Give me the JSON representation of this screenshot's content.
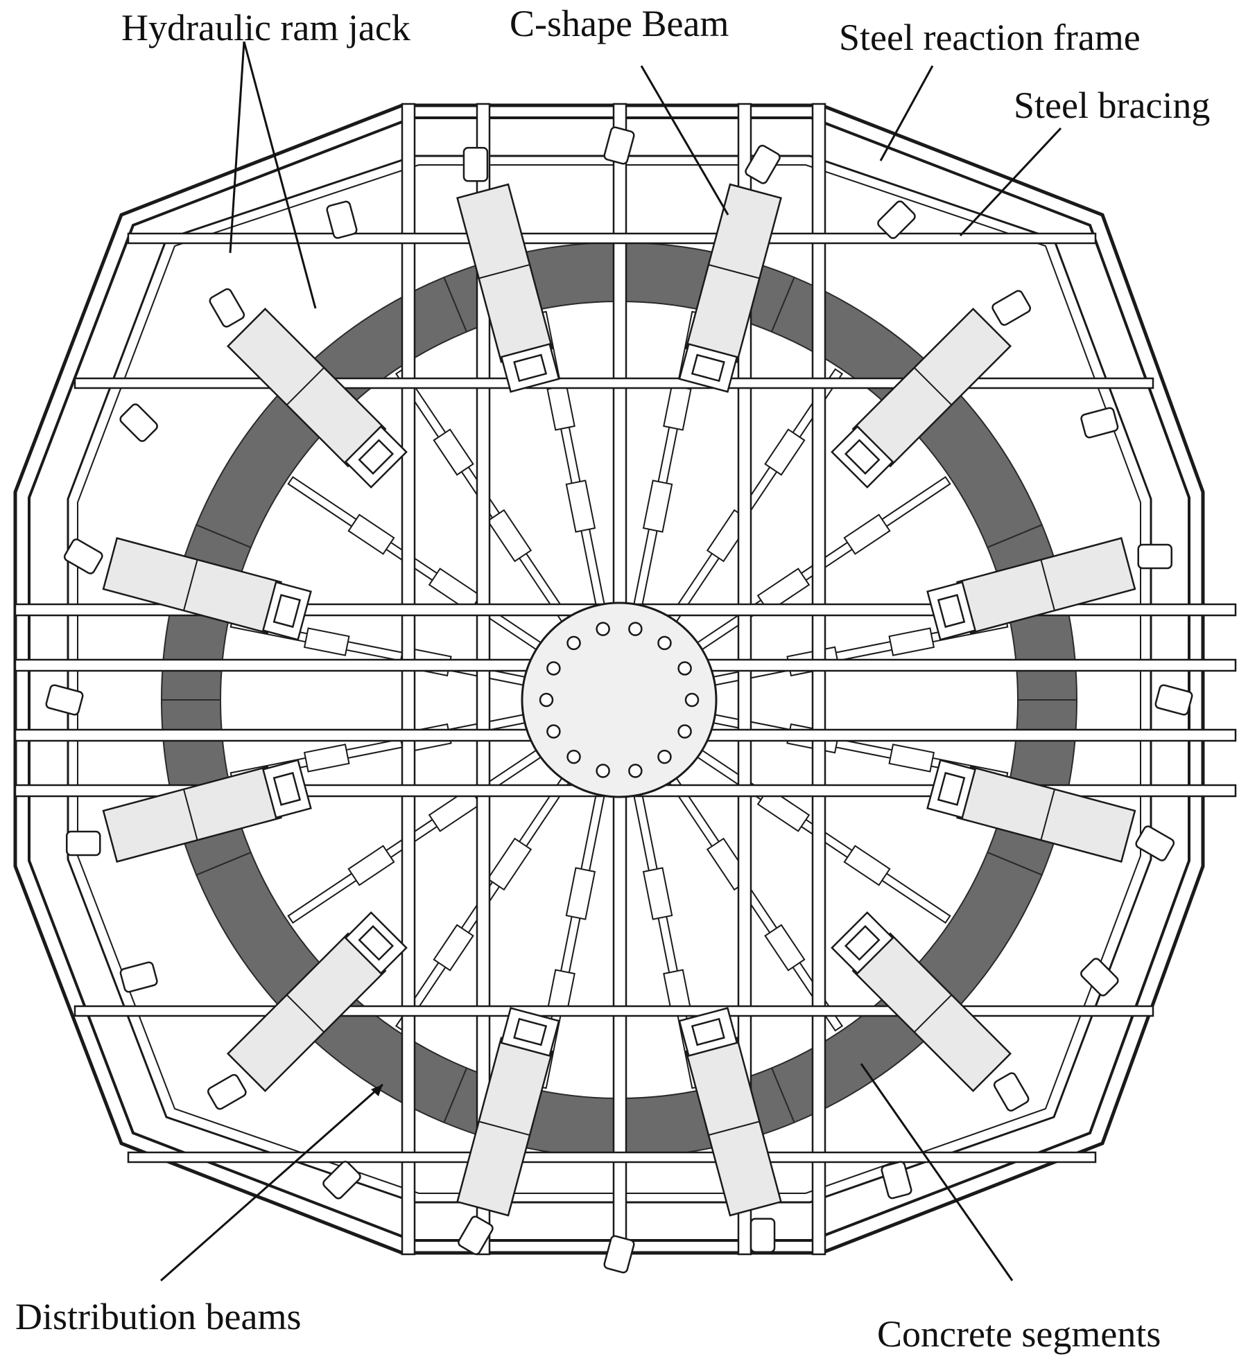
{
  "labels": {
    "hydraulic_ram_jack": "Hydraulic ram jack",
    "c_shape_beam": "C-shape Beam",
    "steel_reaction_frame": "Steel reaction frame",
    "steel_bracing": "Steel bracing",
    "distribution_beams": "Distribution beams",
    "concrete_segments": "Concrete segments"
  },
  "colors": {
    "concrete_segment_fill": "#6b6b6b",
    "beam_fill": "#e9e9e9",
    "line": "#1a1a1a",
    "background": "#ffffff"
  }
}
